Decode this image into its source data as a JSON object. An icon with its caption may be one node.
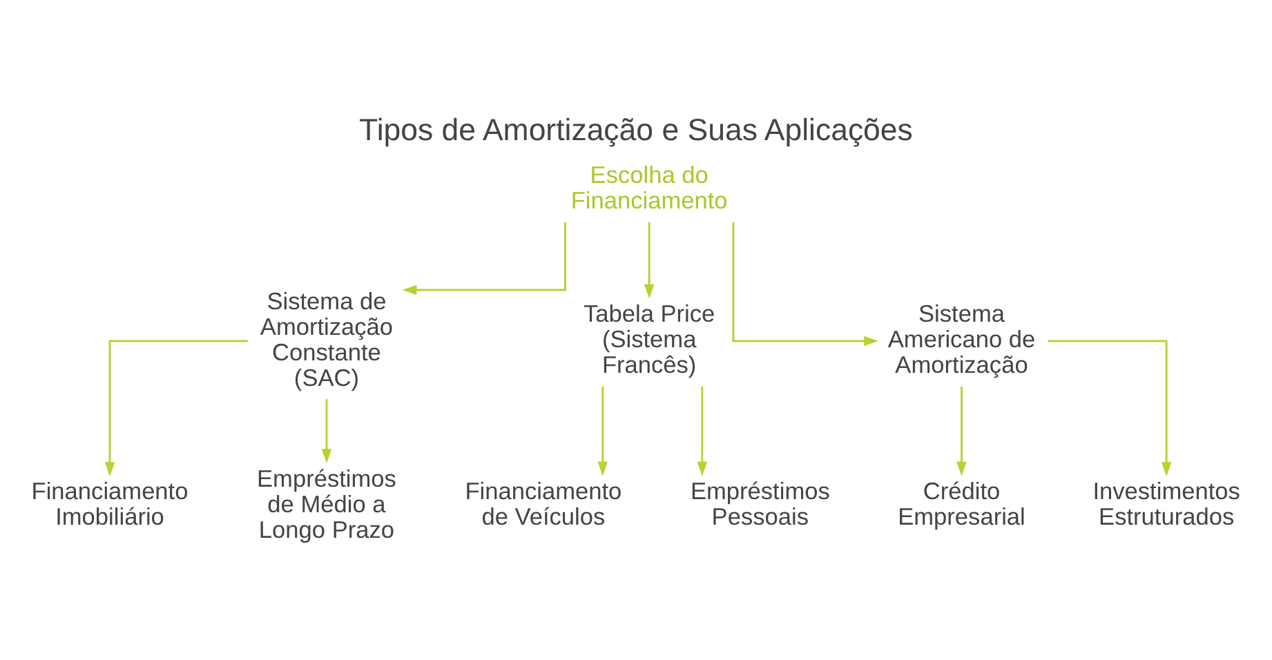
{
  "diagram": {
    "title": "Tipos de Amortização e Suas Aplicações",
    "nodes": [
      {
        "text": [
          "Escolha do Financiamento"
        ]
      },
      {
        "text": [
          "Sistema de Amortização Constante (SAC)"
        ]
      },
      {
        "text": [
          "Tabela Price (Sistema Francês)"
        ]
      },
      {
        "text": [
          "Sistema Americano de Amortização"
        ]
      },
      {
        "text": [
          "Financiamento Imobiliário"
        ]
      },
      {
        "text": [
          "Empréstimos de Médio a Longo Prazo"
        ]
      },
      {
        "text": [
          "Financiamento de Veículos"
        ]
      },
      {
        "text": [
          "Empréstimos Pessoais"
        ]
      },
      {
        "text": [
          "Crédito Empresarial"
        ]
      },
      {
        "text": [
          "Investimentos Estruturados"
        ]
      }
    ],
    "edges": [
      {
        "from": 0,
        "to": 1,
        "arrow": "to"
      },
      {
        "from": 0,
        "to": 2,
        "arrow": "to"
      },
      {
        "from": 0,
        "to": 3,
        "arrow": "to"
      },
      {
        "from": 1,
        "to": 4,
        "arrow": "to"
      },
      {
        "from": 1,
        "to": 5,
        "arrow": "to"
      },
      {
        "from": 2,
        "to": 6,
        "arrow": "to"
      },
      {
        "from": 2,
        "to": 7,
        "arrow": "to"
      },
      {
        "from": 3,
        "to": 8,
        "arrow": "to"
      },
      {
        "from": 3,
        "to": 9,
        "arrow": "to"
      }
    ]
  }
}
